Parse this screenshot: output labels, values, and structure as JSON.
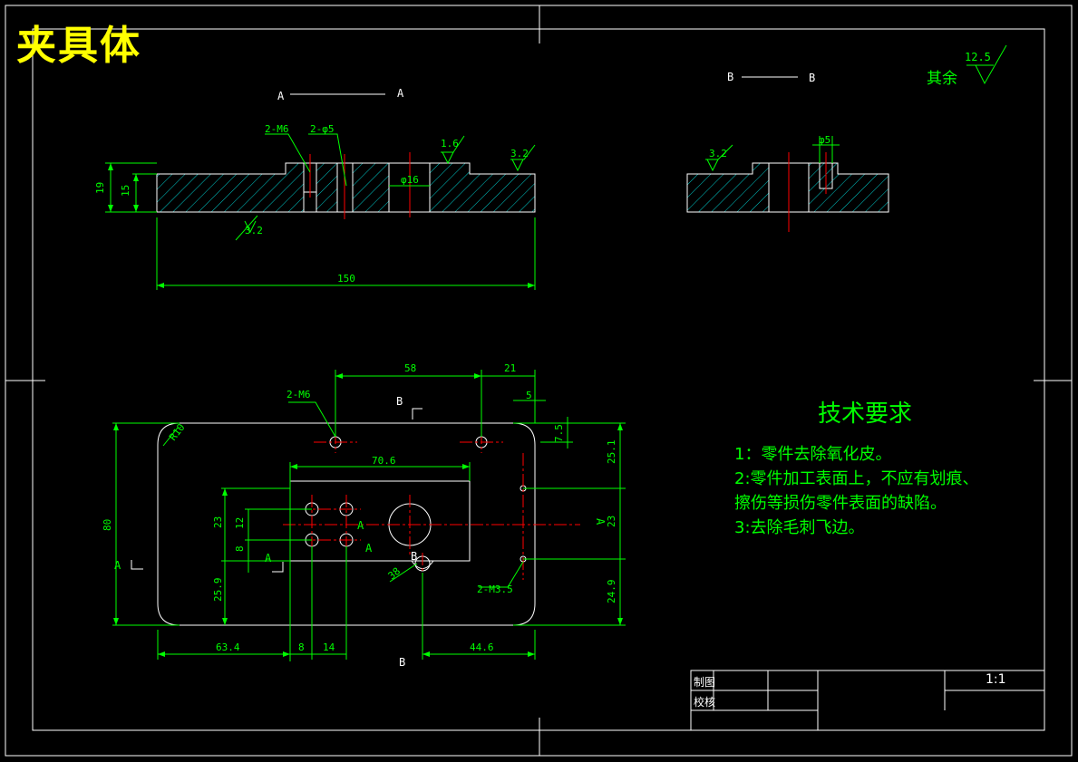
{
  "title": "夹具体",
  "colors": {
    "outline": "#ffffff",
    "dimension": "#00ff00",
    "center": "#ff0000",
    "hatch": "#00cccc",
    "title": "#ffff00"
  },
  "section_a": {
    "label_left": "A",
    "label_right": "A"
  },
  "section_b": {
    "label_left": "B",
    "label_right": "B"
  },
  "roughness": {
    "other_value": "12.5",
    "other_label": "其余",
    "r1": "1.6",
    "r2": "3.2",
    "r3": "3.2",
    "r4": "3.2"
  },
  "dims_front": {
    "d19": "19",
    "d15": "15",
    "d150": "150",
    "m6": "2-M6",
    "phi5": "2-φ5",
    "phi16": "φ16",
    "phi5b": "φ5"
  },
  "dims_top": {
    "d58": "58",
    "d21": "21",
    "d5": "5",
    "d7_5": "7.5",
    "d25_1": "25.1",
    "m6": "2-M6",
    "r10": "R10",
    "d70_6": "70.6",
    "d80": "80",
    "d23a": "23",
    "d12": "12",
    "d8a": "8",
    "d23b": "23",
    "d25_9": "25.9",
    "d24_9": "24.9",
    "d63_4": "63.4",
    "d8b": "8",
    "d14": "14",
    "d44_6": "44.6",
    "d38": "38",
    "m3_5": "2-M3.5",
    "a_left": "A",
    "a_right": "A",
    "a_mid1": "A",
    "a_mid2": "A",
    "a_mid3": "A",
    "b_top": "B",
    "b_bottom": "B",
    "b_mid": "B"
  },
  "tech": {
    "heading": "技术要求",
    "items": [
      "1：零件去除氧化皮。",
      "2:零件加工表面上，不应有划痕、",
      "擦伤等损伤零件表面的缺陷。",
      "3:去除毛刺飞边。"
    ]
  },
  "title_block": {
    "drawn": "制图",
    "checked": "校核",
    "scale": "1:1"
  }
}
